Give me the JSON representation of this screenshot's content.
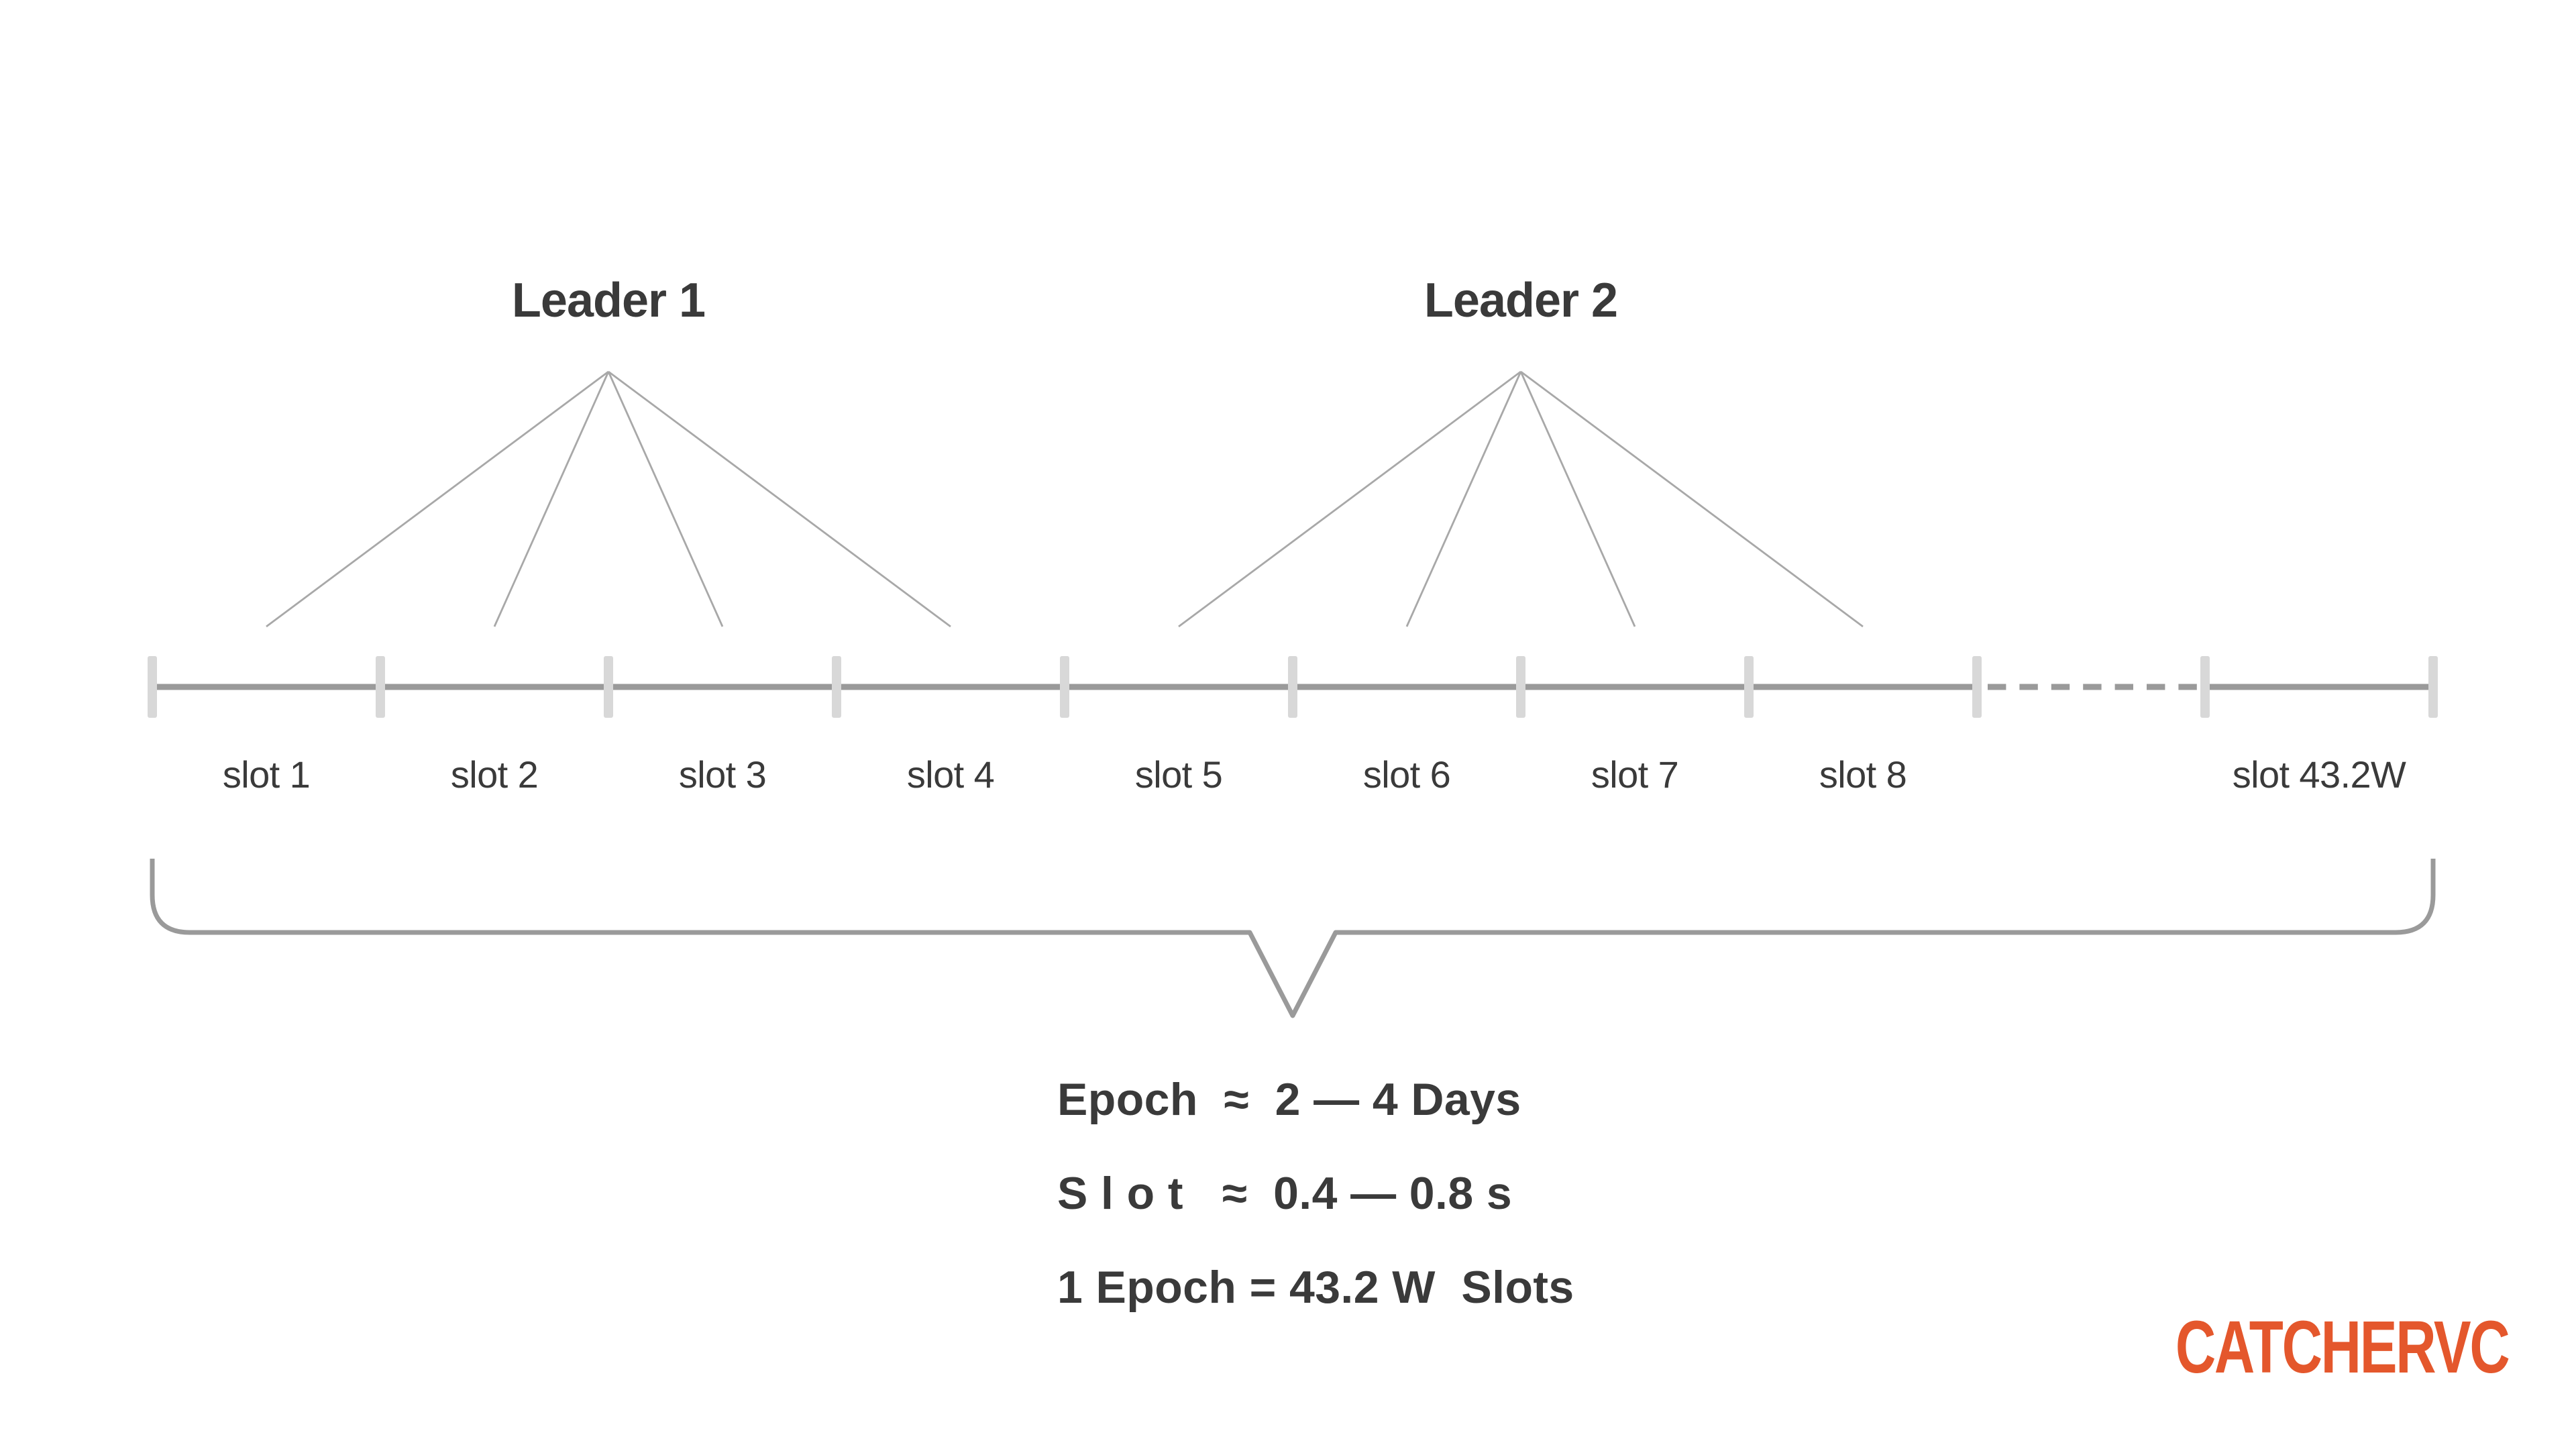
{
  "page": {
    "background": "#ffffff"
  },
  "leaders": [
    {
      "label": "Leader 1"
    },
    {
      "label": "Leader 2"
    }
  ],
  "timeline": {
    "slot_labels": [
      "slot 1",
      "slot 2",
      "slot 3",
      "slot 4",
      "slot 5",
      "slot 6",
      "slot 7",
      "slot 8"
    ],
    "final_slot_label": "slot 43.2W"
  },
  "annotation": {
    "lines": [
      "Epoch  ≈  2 — 4 Days",
      "S l o t   ≈  0.4 — 0.8 s",
      "1 Epoch = 43.2 W  Slots"
    ]
  },
  "logo": {
    "text": "CATCHERVC",
    "color": "#e4572c"
  },
  "colors": {
    "text": "#3a3a3a",
    "timeline_line": "#9a9a9a",
    "tick": "#d8d8d8",
    "fan_line": "#a8a8a8",
    "brace": "#9a9a9a"
  }
}
